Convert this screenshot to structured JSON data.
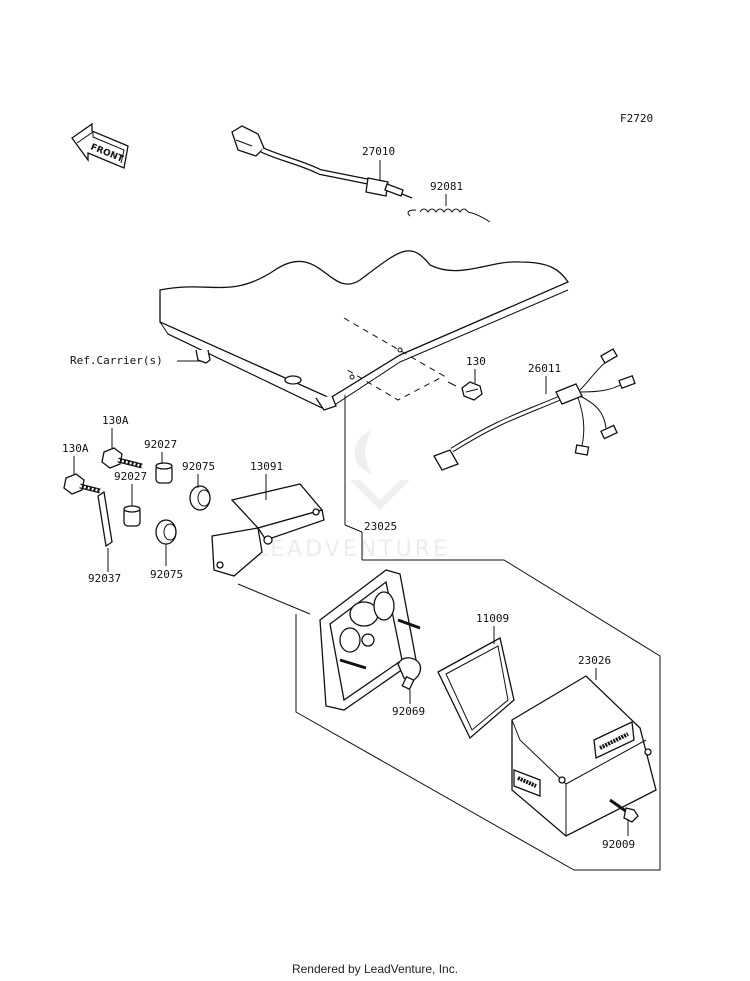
{
  "diagram": {
    "figure_code": "F2720",
    "front_arrow_text": "FRONT",
    "watermark_text": "LEADVENTURE",
    "callouts": {
      "p27010": "27010",
      "p92081": "92081",
      "ref_carrier": "Ref.Carrier(s)",
      "p130": "130",
      "p26011": "26011",
      "p130a_1": "130A",
      "p130a_2": "130A",
      "p92027_1": "92027",
      "p92027_2": "92027",
      "p92075_1": "92075",
      "p92075_2": "92075",
      "p13091": "13091",
      "p23025": "23025",
      "p92037": "92037",
      "p11009": "11009",
      "p23026": "23026",
      "p92069": "92069",
      "p92009": "92009"
    }
  },
  "footer": {
    "credit": "Rendered by LeadVenture, Inc."
  }
}
